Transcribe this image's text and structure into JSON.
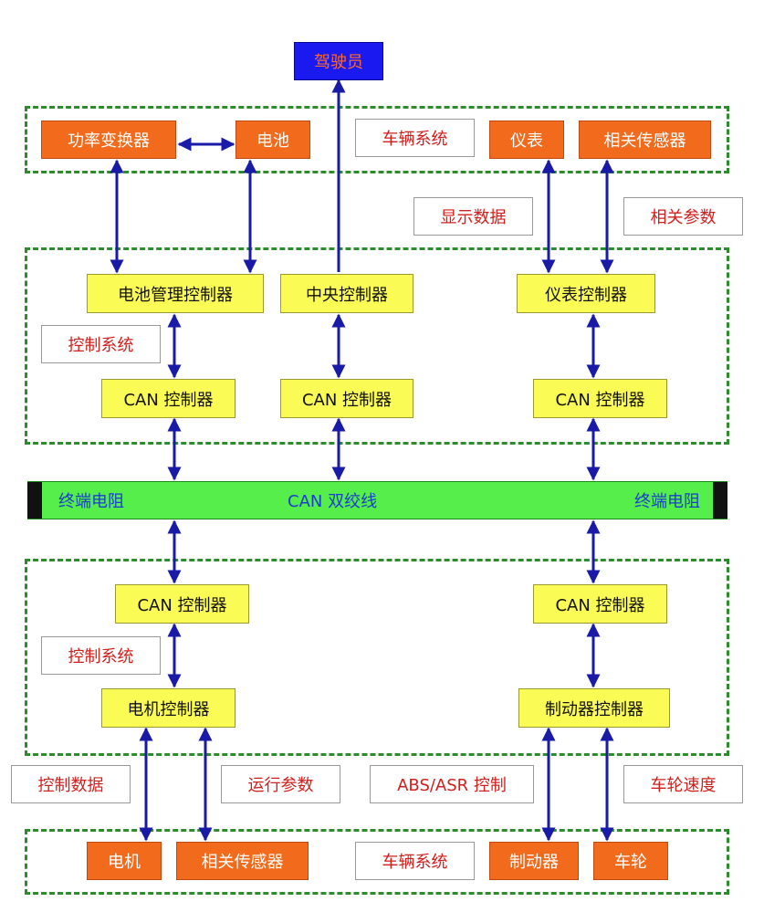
{
  "top": {
    "driver": "驾驶员",
    "power_converter": "功率变换器",
    "battery": "电池",
    "vehicle_system": "车辆系统",
    "instrument": "仪表",
    "related_sensor": "相关传感器"
  },
  "annotations": {
    "display_data": "显示数据",
    "related_params": "相关参数",
    "control_system_upper": "控制系统",
    "control_system_lower": "控制系统",
    "control_data": "控制数据",
    "run_params": "运行参数",
    "abs_asr": "ABS/ASR 控制",
    "wheel_speed": "车轮速度"
  },
  "controllers": {
    "bms": "电池管理控制器",
    "central": "中央控制器",
    "instrument_ctrl": "仪表控制器",
    "can1": "CAN 控制器",
    "can2": "CAN 控制器",
    "can3": "CAN 控制器",
    "can4": "CAN 控制器",
    "can5": "CAN 控制器",
    "motor_ctrl": "电机控制器",
    "brake_ctrl": "制动器控制器"
  },
  "bus": {
    "label": "CAN 双绞线",
    "terminator_left": "终端电阻",
    "terminator_right": "终端电阻"
  },
  "bottom": {
    "motor": "电机",
    "related_sensor": "相关传感器",
    "vehicle_system": "车辆系统",
    "brake": "制动器",
    "wheel": "车轮"
  },
  "colors": {
    "group_border": "#2e8b2e",
    "orange_box": "#f26b1d",
    "yellow_box": "#fbfb55",
    "label_text": "#d0201e",
    "arrow": "#1a1aa8",
    "bus": "#55ee4a",
    "driver_box": "#1a1af0"
  }
}
